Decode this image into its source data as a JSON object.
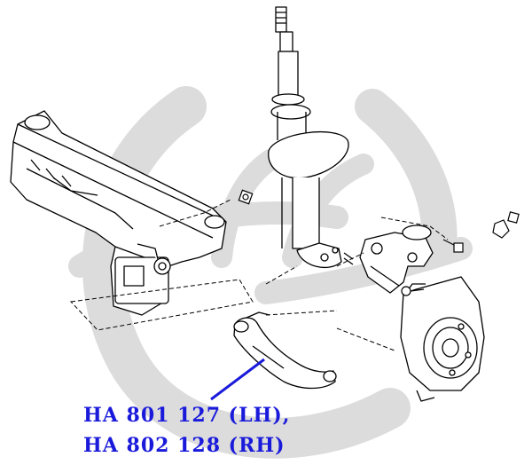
{
  "diagram": {
    "part_numbers": [
      {
        "id": "lh",
        "text": "HA 801 127 (LH),"
      },
      {
        "id": "rh",
        "text": "HA 802 128 (RH)"
      }
    ],
    "colors": {
      "label": "#1a1adb",
      "leader_line": "#1a1adb",
      "line_art": "#000000",
      "watermark": "#d9d9d9"
    },
    "watermark_logo": "brand-logo-watermark",
    "components": [
      "front-subframe",
      "strut-assembly",
      "lower-control-arm",
      "steering-knuckle",
      "wheel-hub",
      "mounting-bolts",
      "nuts"
    ]
  }
}
